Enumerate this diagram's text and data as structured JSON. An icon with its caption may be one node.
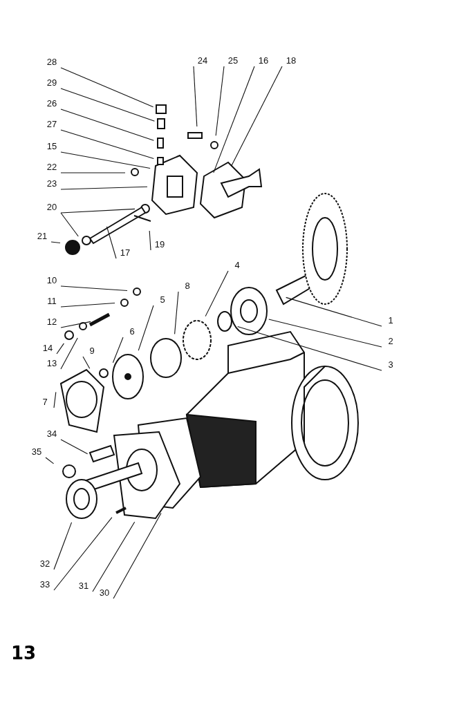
{
  "diagram": {
    "nodes": [
      {
        "text": [
          "28"
        ]
      },
      {
        "text": [
          "29"
        ]
      },
      {
        "text": [
          "26"
        ]
      },
      {
        "text": [
          "27"
        ]
      },
      {
        "text": [
          "15"
        ]
      },
      {
        "text": [
          "22"
        ]
      },
      {
        "text": [
          "23"
        ]
      },
      {
        "text": [
          "24"
        ]
      },
      {
        "text": [
          "25"
        ]
      },
      {
        "text": [
          "16"
        ]
      },
      {
        "text": [
          "18"
        ]
      },
      {
        "text": [
          "20"
        ]
      },
      {
        "text": [
          "21"
        ]
      },
      {
        "text": [
          "19"
        ]
      },
      {
        "text": [
          "17"
        ]
      },
      {
        "text": [
          "10"
        ]
      },
      {
        "text": [
          "11"
        ]
      },
      {
        "text": [
          "12"
        ]
      },
      {
        "text": [
          "14"
        ]
      },
      {
        "text": [
          "13"
        ]
      },
      {
        "text": [
          "4"
        ]
      },
      {
        "text": [
          "8"
        ]
      },
      {
        "text": [
          "5"
        ]
      },
      {
        "text": [
          "6"
        ]
      },
      {
        "text": [
          "9"
        ]
      },
      {
        "text": [
          "7"
        ]
      },
      {
        "text": [
          "1"
        ]
      },
      {
        "text": [
          "2"
        ]
      },
      {
        "text": [
          "3"
        ]
      },
      {
        "text": [
          "34"
        ]
      },
      {
        "text": [
          "35"
        ]
      },
      {
        "text": [
          "32"
        ]
      },
      {
        "text": [
          "33"
        ]
      },
      {
        "text": [
          "31"
        ]
      },
      {
        "text": [
          "30"
        ]
      }
    ],
    "edges": [
      {
        "from": 0,
        "to": null,
        "arrow": "none"
      },
      {
        "from": 1,
        "to": null,
        "arrow": "none"
      },
      {
        "from": 2,
        "to": null,
        "arrow": "none"
      },
      {
        "from": 3,
        "to": null,
        "arrow": "none"
      },
      {
        "from": 4,
        "to": null,
        "arrow": "none"
      },
      {
        "from": 5,
        "to": null,
        "arrow": "none"
      },
      {
        "from": 6,
        "to": null,
        "arrow": "none"
      },
      {
        "from": 7,
        "to": null,
        "arrow": "none"
      },
      {
        "from": 8,
        "to": null,
        "arrow": "none"
      },
      {
        "from": 9,
        "to": null,
        "arrow": "none"
      },
      {
        "from": 10,
        "to": null,
        "arrow": "none"
      },
      {
        "from": 11,
        "to": null,
        "arrow": "none"
      },
      {
        "from": 11,
        "to": null,
        "arrow": "none"
      },
      {
        "from": 12,
        "to": null,
        "arrow": "none"
      },
      {
        "from": 13,
        "to": null,
        "arrow": "none"
      },
      {
        "from": 14,
        "to": null,
        "arrow": "none"
      },
      {
        "from": 15,
        "to": null,
        "arrow": "none"
      },
      {
        "from": 16,
        "to": null,
        "arrow": "none"
      },
      {
        "from": 17,
        "to": null,
        "arrow": "none"
      },
      {
        "from": 18,
        "to": null,
        "arrow": "none"
      },
      {
        "from": 19,
        "to": null,
        "arrow": "none"
      },
      {
        "from": 20,
        "to": null,
        "arrow": "none"
      },
      {
        "from": 21,
        "to": null,
        "arrow": "none"
      },
      {
        "from": 22,
        "to": null,
        "arrow": "none"
      },
      {
        "from": 23,
        "to": null,
        "arrow": "none"
      },
      {
        "from": 24,
        "to": null,
        "arrow": "none"
      },
      {
        "from": 25,
        "to": null,
        "arrow": "none"
      },
      {
        "from": 26,
        "to": null,
        "arrow": "none"
      },
      {
        "from": 27,
        "to": null,
        "arrow": "none"
      },
      {
        "from": 28,
        "to": null,
        "arrow": "none"
      },
      {
        "from": 29,
        "to": null,
        "arrow": "none"
      },
      {
        "from": 30,
        "to": null,
        "arrow": "none"
      },
      {
        "from": 31,
        "to": null,
        "arrow": "none"
      },
      {
        "from": 32,
        "to": null,
        "arrow": "none"
      },
      {
        "from": 33,
        "to": null,
        "arrow": "none"
      },
      {
        "from": 34,
        "to": null,
        "arrow": "none"
      }
    ],
    "labels": [
      "13"
    ]
  }
}
